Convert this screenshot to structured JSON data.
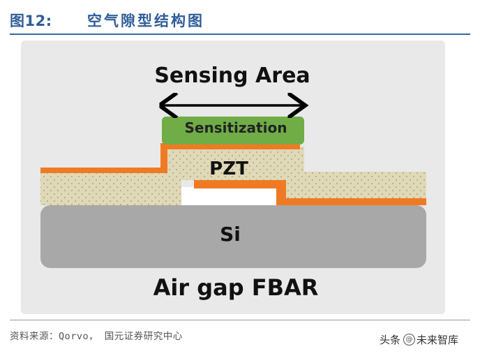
{
  "header": {
    "figure_number": "图12:",
    "figure_title": "空气隙型结构图"
  },
  "diagram": {
    "top_label": "Sensing Area",
    "layers": {
      "sensitization": "Sensitization",
      "pzt": "PZT",
      "substrate": "Si"
    },
    "caption": "Air gap FBAR",
    "colors": {
      "sensitization": "#70AD47",
      "electrode": "#F07A24",
      "pzt": "#DFD9B8",
      "substrate": "#A8A8A8",
      "panel": "#E9E9E9"
    }
  },
  "footer": {
    "source": "资料来源：Qorvo， 国元证券研究中心",
    "watermark_prefix": "头条",
    "watermark_name": "未来智库"
  }
}
